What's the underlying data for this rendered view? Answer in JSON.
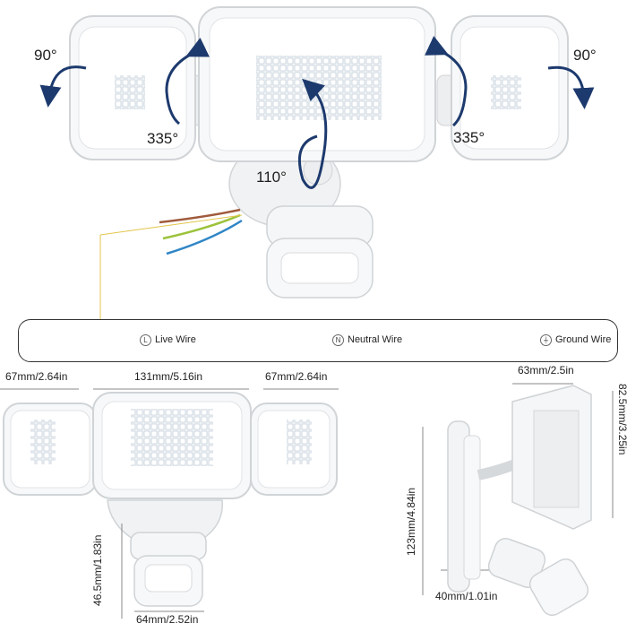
{
  "rotation": {
    "left_up": "90°",
    "left_side": "335°",
    "center": "110°",
    "right_side": "335°",
    "right_up": "90°"
  },
  "wiring": {
    "live": {
      "symbol": "L",
      "label": "Live Wire",
      "color": "#a05a3c"
    },
    "neutral": {
      "symbol": "N",
      "label": "Neutral Wire",
      "color": "#2f86c6"
    },
    "ground": {
      "symbol": "⏚",
      "label": "Ground Wire",
      "color": "#9cc23a"
    }
  },
  "dimensions": {
    "side_head_width": "67mm/2.64in",
    "center_head_width": "131mm/5.16in",
    "right_head_width": "67mm/2.64in",
    "sensor_height": "46.5mm/1.83in",
    "sensor_width": "64mm/2.52in",
    "side_depth": "63mm/2.5in",
    "side_total_height": "123mm/4.84in",
    "side_head_height": "82.5mm/3.25in",
    "base_depth": "40mm/1.01in"
  },
  "colors": {
    "arrow": "#1d3a6e",
    "housing": "#f3f4f5",
    "led": "#d9e2ea"
  }
}
